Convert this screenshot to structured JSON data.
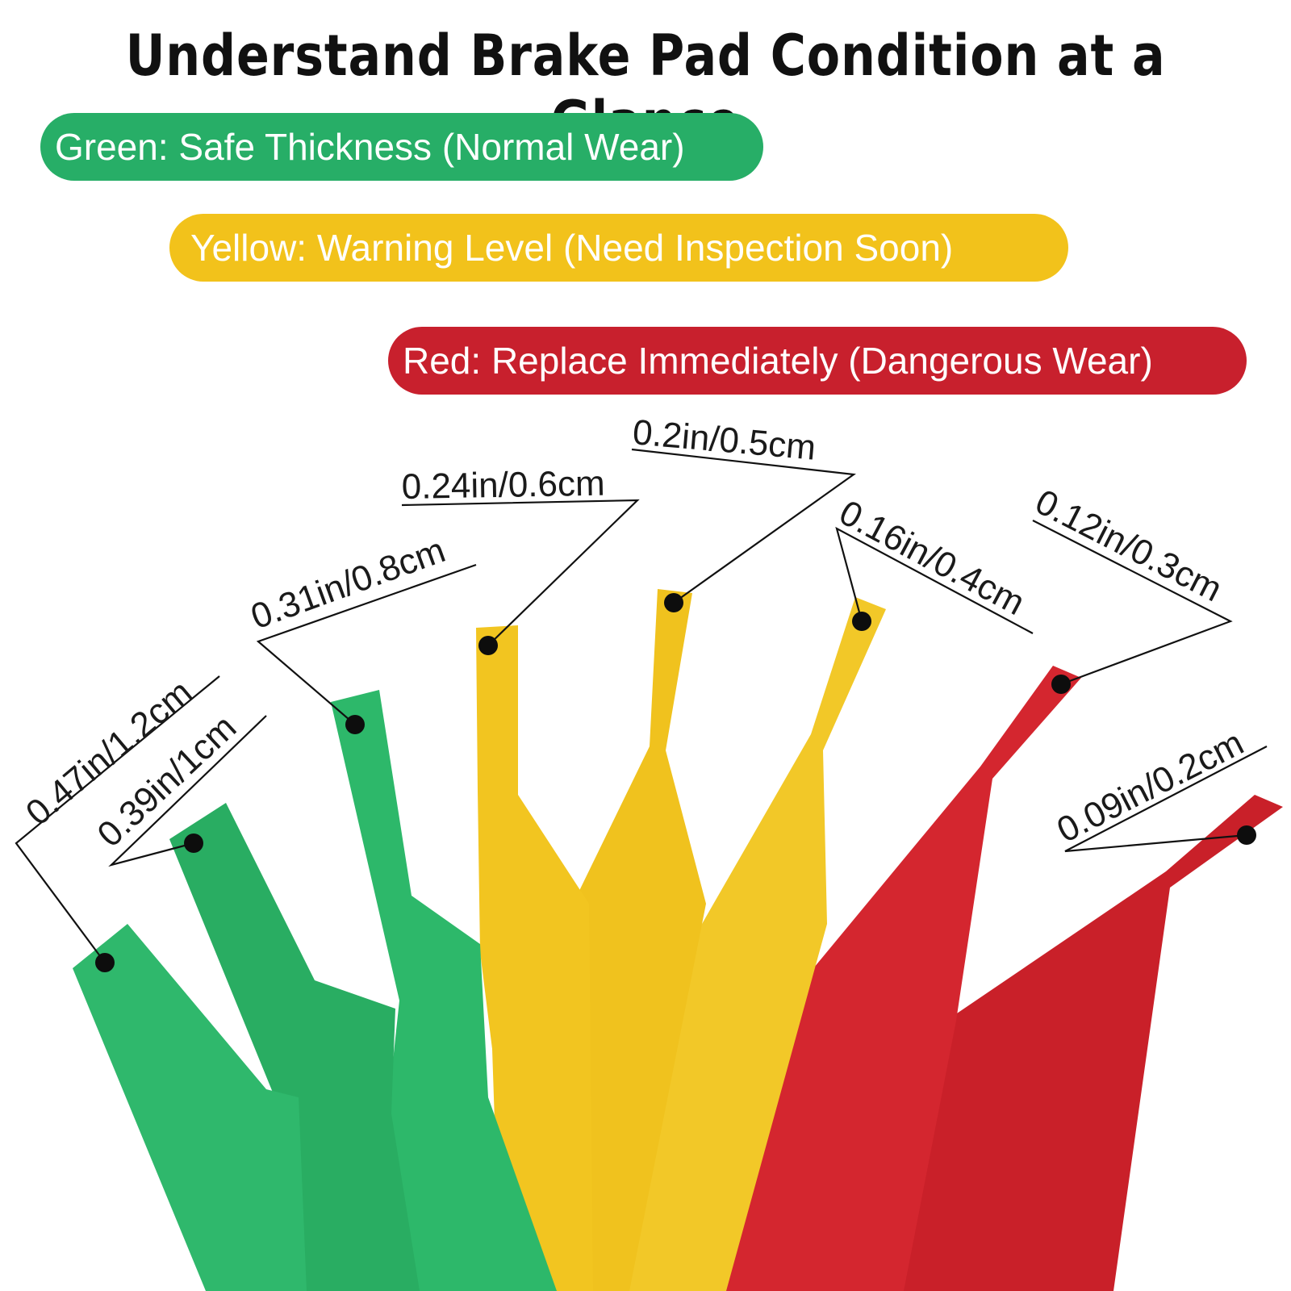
{
  "title": "Understand Brake Pad Condition at a Glance",
  "legend": [
    {
      "label": "Green: Safe Thickness (Normal Wear)",
      "color": "#27ae67"
    },
    {
      "label": "Yellow: Warning Level (Need Inspection Soon)",
      "color": "#f2c21b"
    },
    {
      "label": "Red: Replace Immediately (Dangerous Wear)",
      "color": "#c8202d"
    }
  ],
  "gauges": [
    {
      "label": "0.47in/1.2cm",
      "color": "#2fb86c",
      "level": "green"
    },
    {
      "label": "0.39in/1cm",
      "color": "#29ad62",
      "level": "green"
    },
    {
      "label": "0.31in/0.8cm",
      "color": "#2db86a",
      "level": "green"
    },
    {
      "label": "0.24in/0.6cm",
      "color": "#f2c520",
      "level": "yellow"
    },
    {
      "label": "0.2in/0.5cm",
      "color": "#f0c21e",
      "level": "yellow"
    },
    {
      "label": "0.16in/0.4cm",
      "color": "#f2c828",
      "level": "yellow"
    },
    {
      "label": "0.12in/0.3cm",
      "color": "#d4262f",
      "level": "red"
    },
    {
      "label": "0.09in/0.2cm",
      "color": "#c92029",
      "level": "red"
    }
  ]
}
